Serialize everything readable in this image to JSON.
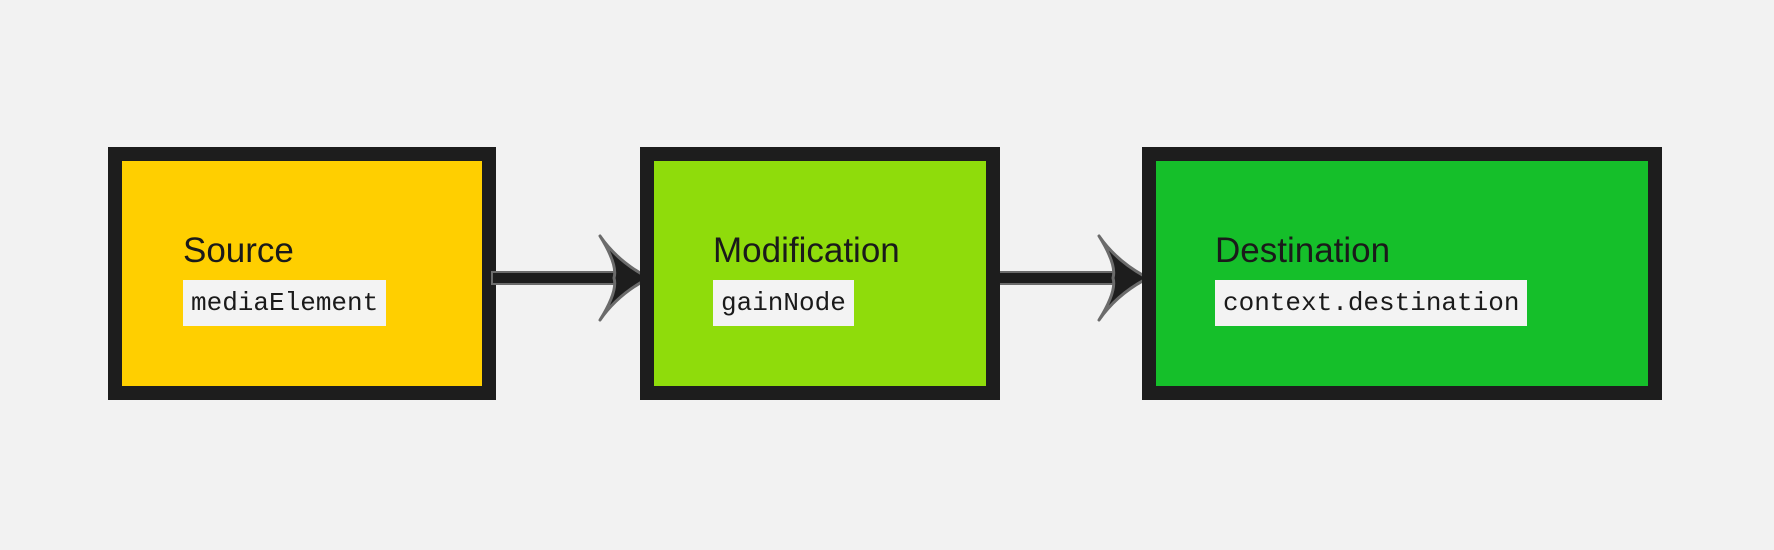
{
  "diagram": {
    "nodes": [
      {
        "title": "Source",
        "code": "mediaElement",
        "color": "#ffcf00"
      },
      {
        "title": "Modification",
        "code": "gainNode",
        "color": "#8fdc0b"
      },
      {
        "title": "Destination",
        "code": "context.destination",
        "color": "#15bf2a"
      }
    ],
    "border_color": "#1d1d1d",
    "background": "#f2f2f2"
  }
}
